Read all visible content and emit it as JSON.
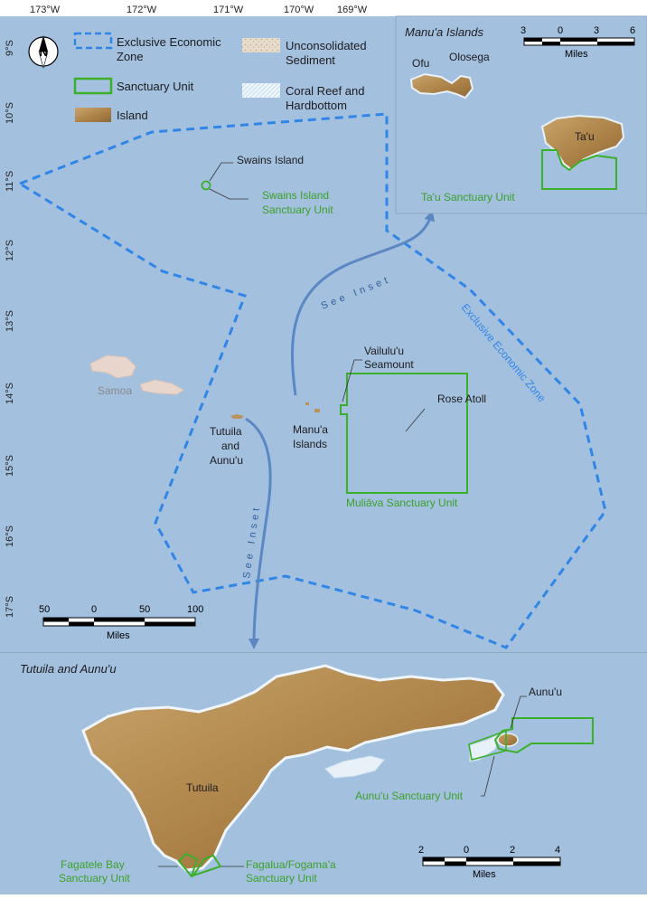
{
  "axes": {
    "lon": [
      "173°W",
      "172°W",
      "171°W",
      "170°W",
      "169°W"
    ],
    "lat": [
      "9°S",
      "10°S",
      "11°S",
      "12°S",
      "13°S",
      "14°S",
      "15°S",
      "16°S",
      "17°S"
    ]
  },
  "legend": {
    "north": "N",
    "eez_line1": "Exclusive Economic",
    "eez_line2": "Zone",
    "sediment_line1": "Unconsolidated",
    "sediment_line2": "Sediment",
    "sanctuary": "Sanctuary Unit",
    "coral_line1": "Coral Reef and",
    "coral_line2": "Hardbottom",
    "island": "Island"
  },
  "main": {
    "swains_island": "Swains Island",
    "swains_unit_line1": "Swains Island",
    "swains_unit_line2": "Sanctuary Unit",
    "see_inset": "See Inset",
    "eez_label": "Exclusive Economic Zone",
    "vailulu_line1": "Vailulu'u",
    "vailulu_line2": "Seamount",
    "rose_atoll": "Rose Atoll",
    "samoa": "Samoa",
    "manua_line1": "Manu'a",
    "manua_line2": "Islands",
    "tutuila_line1": "Tutuila",
    "tutuila_line2": "and",
    "tutuila_line3": "Aunu'u",
    "muliava": "Muliāva Sanctuary Unit",
    "scale_ticks": [
      "50",
      "0",
      "50",
      "100"
    ],
    "scale_units": "Miles"
  },
  "manua_inset": {
    "title": "Manu'a Islands",
    "ofu": "Ofu",
    "olosega": "Olosega",
    "tau": "Ta'u",
    "tau_unit": "Ta'u Sanctuary Unit",
    "scale_ticks": [
      "3",
      "0",
      "3",
      "6"
    ],
    "scale_units": "Miles"
  },
  "tutuila_inset": {
    "title": "Tutuila and Aunu'u",
    "tutuila": "Tutuila",
    "aunuu": "Aunu'u",
    "aunuu_unit": "Aunu'u Sanctuary Unit",
    "fagatele_line1": "Fagatele Bay",
    "fagatele_line2": "Sanctuary Unit",
    "fagalua_line1": "Fagalua/Fogama'a",
    "fagalua_line2": "Sanctuary Unit",
    "scale_ticks": [
      "2",
      "0",
      "2",
      "4"
    ],
    "scale_units": "Miles"
  },
  "colors": {
    "ocean": "#a4c0df",
    "eez": "#2f86e6",
    "sanctuary": "#3ab02a",
    "sanctuary_text": "#3aa12a",
    "island": "#b8935a",
    "island_light": "#d9b982",
    "coral": "#e8f1f8",
    "arrow": "#5b88c3",
    "text": "#1c1c1c"
  }
}
